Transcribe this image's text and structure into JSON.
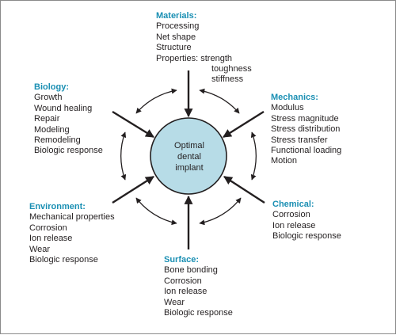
{
  "center": {
    "lines": [
      "Optimal",
      "dental",
      "implant"
    ],
    "fill": "#b7dce7"
  },
  "colors": {
    "heading": "#1a8fb3",
    "text": "#231f20",
    "frame": "#8a8a8a",
    "arrow": "#231f20"
  },
  "factors": {
    "materials": {
      "title": "Materials:",
      "items": [
        "Processing",
        "Net shape",
        "Structure",
        "Properties: strength",
        "toughness",
        "stiffness"
      ]
    },
    "biology": {
      "title": "Biology:",
      "items": [
        "Growth",
        "Wound healing",
        "Repair",
        "Modeling",
        "Remodeling",
        "Biologic response"
      ]
    },
    "mechanics": {
      "title": "Mechanics:",
      "items": [
        "Modulus",
        "Stress magnitude",
        "Stress distribution",
        "Stress transfer",
        "Functional loading",
        "Motion"
      ]
    },
    "environment": {
      "title": "Environment:",
      "items": [
        "Mechanical properties",
        "Corrosion",
        "Ion release",
        "Wear",
        "Biologic response"
      ]
    },
    "chemical": {
      "title": "Chemical:",
      "items": [
        "Corrosion",
        "Ion release",
        "Biologic response"
      ]
    },
    "surface": {
      "title": "Surface:",
      "items": [
        "Bone bonding",
        "Corrosion",
        "Ion release",
        "Wear",
        "Biologic response"
      ]
    }
  }
}
